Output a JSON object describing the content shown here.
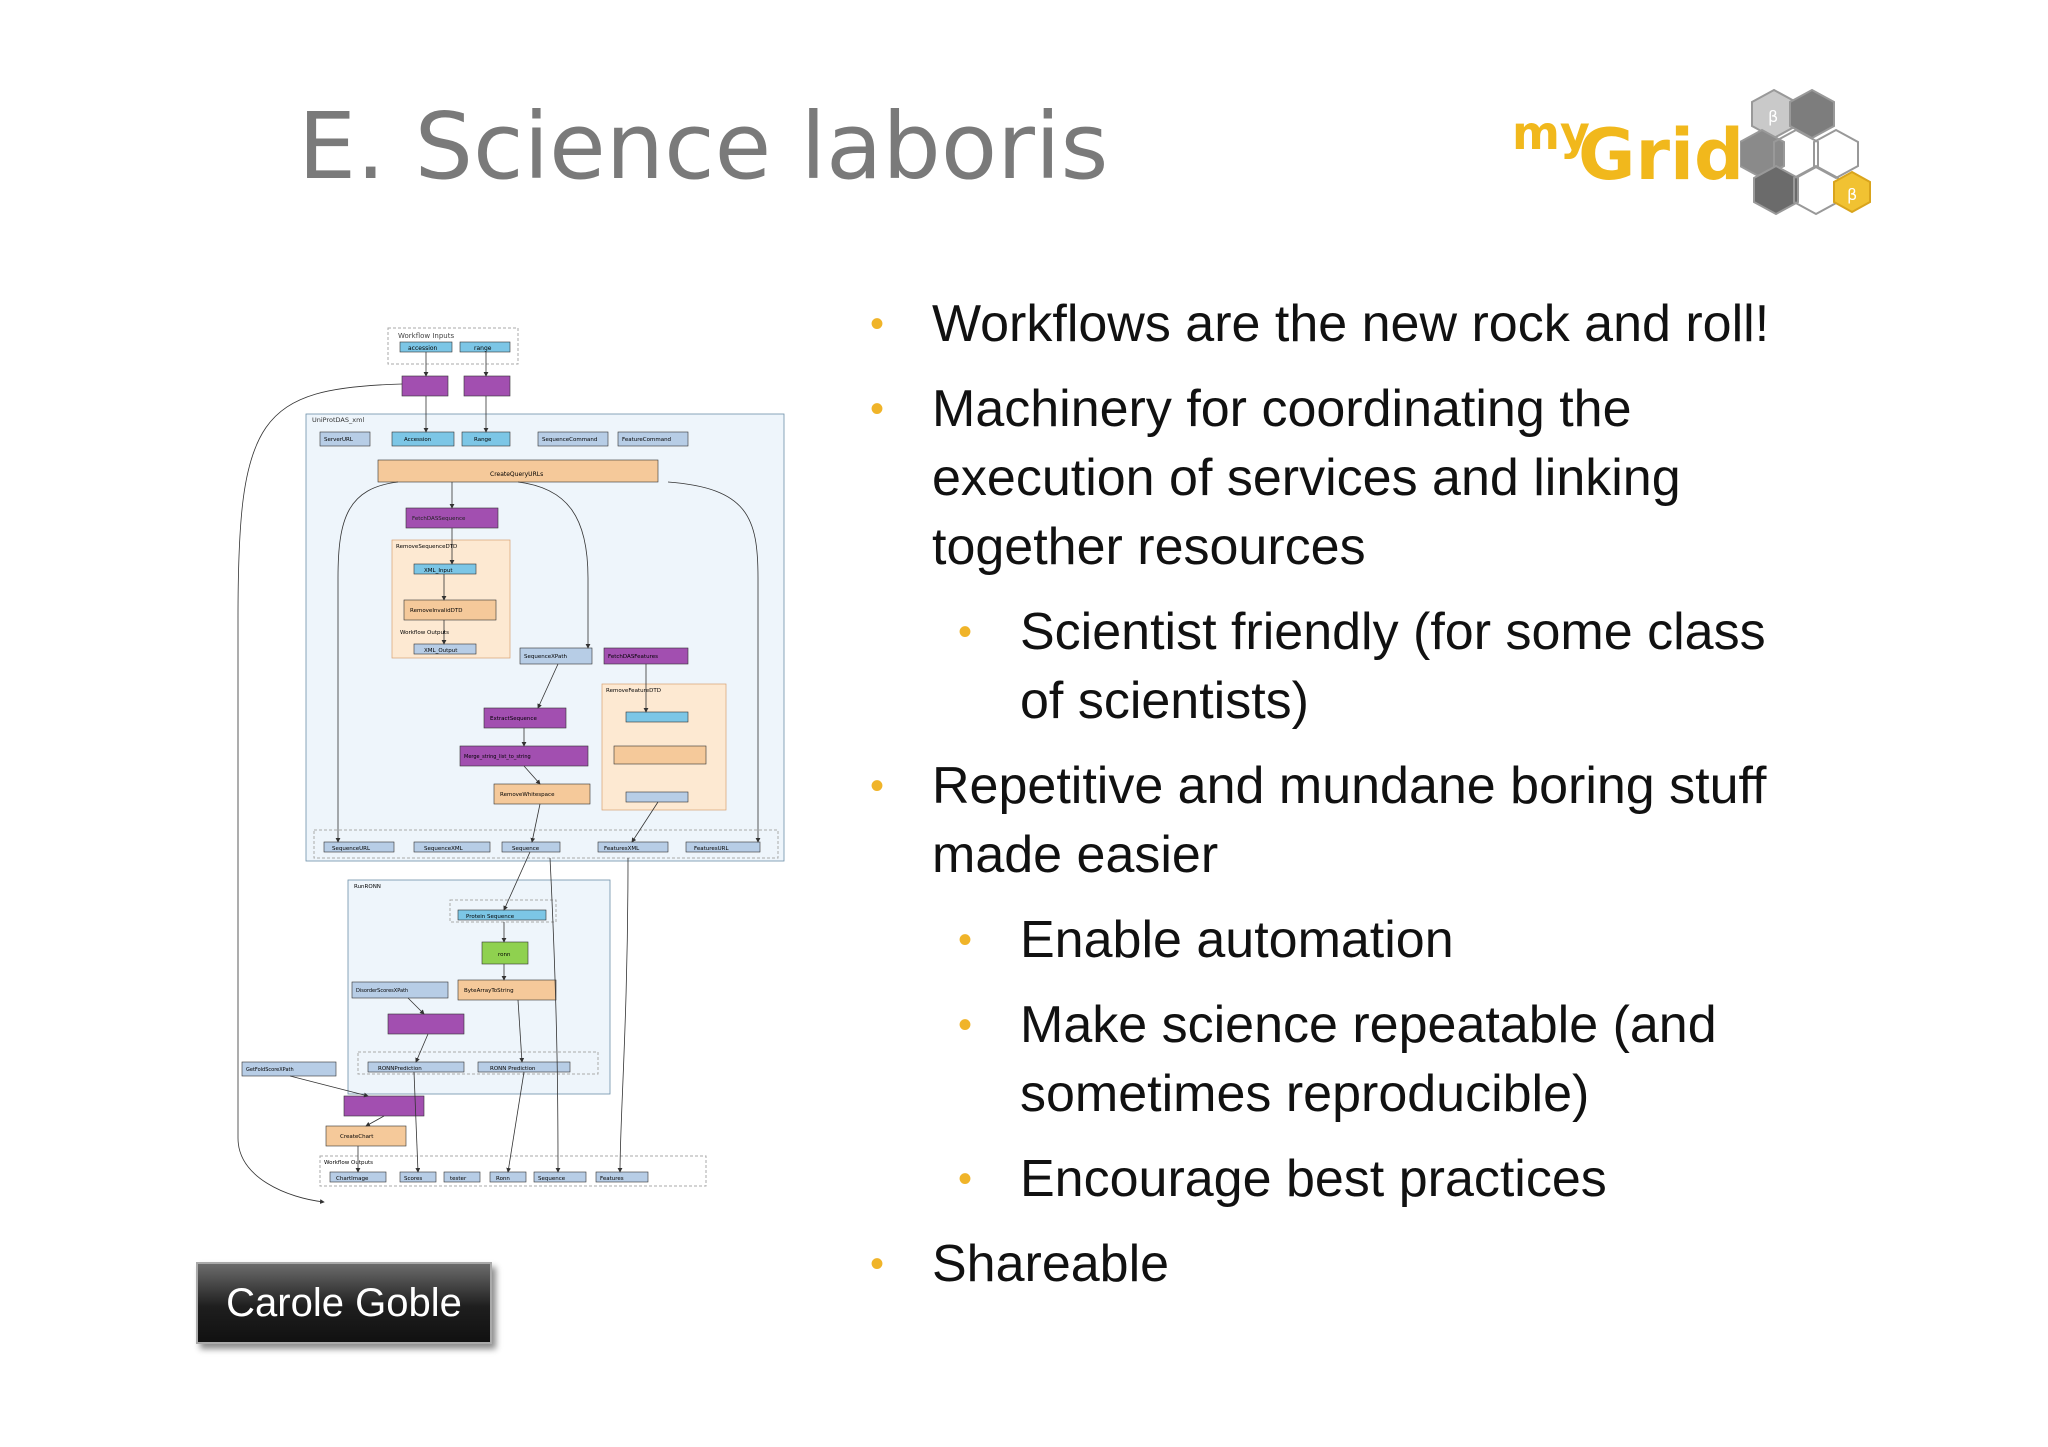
{
  "slide": {
    "title": "E. Science laboris",
    "logo": {
      "prefix": "my",
      "name": "Grid",
      "brand_color": "#f1b81c"
    },
    "author": "Carole Goble",
    "bullets": [
      {
        "level": 1,
        "text": "Workflows are the new rock and roll!"
      },
      {
        "level": 1,
        "text": "Machinery for coordinating the execution of services and linking together resources"
      },
      {
        "level": 2,
        "text": "Scientist friendly (for some class of scientists)"
      },
      {
        "level": 1,
        "text": "Repetitive and mundane boring stuff made easier"
      },
      {
        "level": 2,
        "text": "Enable automation"
      },
      {
        "level": 2,
        "text": "Make science repeatable (and sometimes reproducible)"
      },
      {
        "level": 2,
        "text": "Encourage best practices"
      },
      {
        "level": 1,
        "text": "Shareable"
      }
    ],
    "bullet_color": "#f0b429",
    "diagram": {
      "workflow_inputs_label": "Workflow Inputs",
      "top_inputs": [
        "accession",
        "range"
      ],
      "nested_uniprot": "UniProtDAS_xml",
      "uniprot_inputs": [
        "ServerURL",
        "Accession",
        "Range",
        "SequenceCommand",
        "FeatureCommand"
      ],
      "create_query": "CreateQueryURLs",
      "fetch_sequence": "FetchDASSequence",
      "remove_dtd": "RemoveSequenceDTD",
      "xml_input": "XML_Input",
      "remove_invalid": "RemoveInvalidDTD",
      "xml_output": "XML_Output",
      "workflow_outputs_label": "Workflow Outputs",
      "sequence_xpath": "SequenceXPath",
      "fetch_features": "FetchDASFeatures",
      "remove_feature_dtd": "RemoveFeatureDTD",
      "extract_sequence": "ExtractSequence",
      "merge": "Merge_string_list_to_string",
      "remove_whitespace": "RemoveWhitespace",
      "uniprot_outputs": [
        "SequenceURL",
        "SequenceXML",
        "Sequence",
        "FeaturesXML",
        "FeaturesURL"
      ],
      "nested_ronn": "RunRONN",
      "protein_sequence": "Protein Sequence",
      "ronn": "ronn",
      "disorder_xpath": "DisorderScoresXPath",
      "byte_array": "ByteArrayToString",
      "ronn_outputs": [
        "RONNPrediction",
        "RONN Prediction"
      ],
      "goldfold_xpath": "GetFoldScoreXPath",
      "create_chart": "CreateChart",
      "final_outputs": [
        "ChartImage",
        "Scores",
        "tester",
        "Ronn",
        "Sequence",
        "Features"
      ]
    }
  }
}
